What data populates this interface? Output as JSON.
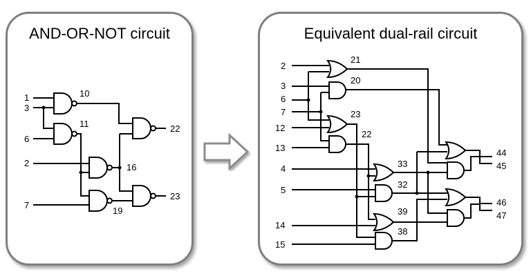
{
  "left_panel": {
    "title": "AND-OR-NOT circuit",
    "inputs": [
      "1",
      "3",
      "6",
      "2",
      "7"
    ],
    "gate_labels": [
      "10",
      "11",
      "16",
      "19"
    ],
    "outputs": [
      "22",
      "23"
    ]
  },
  "right_panel": {
    "title": "Equivalent dual-rail circuit",
    "inputs": [
      "2",
      "3",
      "6",
      "7",
      "12",
      "13",
      "4",
      "5",
      "14",
      "15"
    ],
    "gate_labels": [
      "21",
      "20",
      "23",
      "22",
      "33",
      "32",
      "39",
      "38"
    ],
    "outputs": [
      "44",
      "45",
      "46",
      "47"
    ]
  },
  "arrow": {
    "icon": "right-arrow-icon"
  }
}
